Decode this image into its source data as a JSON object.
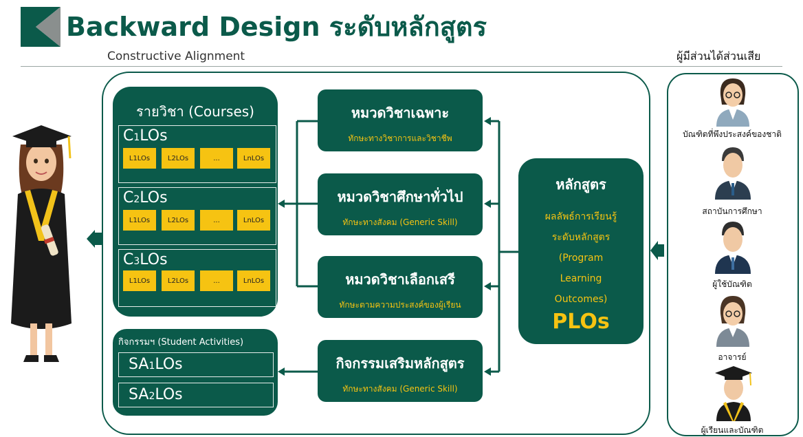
{
  "header": {
    "title": "Backward Design ระดับหลักสูตร",
    "subtitle": "Constructive Alignment",
    "stakeholders_title": "ผู้มีส่วนได้ส่วนเสีย"
  },
  "courses": {
    "title": "รายวิชา (Courses)",
    "groups": [
      {
        "label_main": "C",
        "label_sub": "1",
        "label_tail": "LOs",
        "cells": [
          "L1LOs",
          "L2LOs",
          "...",
          "LnLOs"
        ]
      },
      {
        "label_main": "C",
        "label_sub": "2",
        "label_tail": "LOs",
        "cells": [
          "L1LOs",
          "L2LOs",
          "...",
          "LnLOs"
        ]
      },
      {
        "label_main": "C",
        "label_sub": "3",
        "label_tail": "LOs",
        "cells": [
          "L1LOs",
          "L2LOs",
          "...",
          "LnLOs"
        ]
      }
    ]
  },
  "activities": {
    "title": "กิจกรรมฯ (Student Activities)",
    "items": [
      {
        "main": "SA",
        "sub": "1",
        "tail": "LOs"
      },
      {
        "main": "SA",
        "sub": "2",
        "tail": "LOs"
      }
    ]
  },
  "categories": [
    {
      "title": "หมวดวิชาเฉพาะ",
      "subtitle": "ทักษะทางวิชาการและวิชาชีพ"
    },
    {
      "title": "หมวดวิชาศึกษาทั่วไป",
      "subtitle": "ทักษะทางสังคม (Generic Skill)"
    },
    {
      "title": "หมวดวิชาเลือกเสรี",
      "subtitle": "ทักษะตามความประสงค์ของผู้เรียน"
    },
    {
      "title": "กิจกรรมเสริมหลักสูตร",
      "subtitle": "ทักษะทางสังคม (Generic Skill)"
    }
  ],
  "curriculum": {
    "title": "หลักสูตร",
    "lines": [
      "ผลลัพธ์การเรียนรู้",
      "ระดับหลักสูตร",
      "(Program",
      "Learning",
      "Outcomes)"
    ],
    "acronym": "PLOs"
  },
  "stakeholders": [
    {
      "label": "บัณฑิตที่พึงประสงค์ของชาติ",
      "icon": "businesswoman-icon"
    },
    {
      "label": "สถาบันการศึกษา",
      "icon": "businessman-icon"
    },
    {
      "label": "ผู้ใช้บัณฑิต",
      "icon": "employer-icon"
    },
    {
      "label": "อาจารย์",
      "icon": "teacher-icon"
    },
    {
      "label": "ผู้เรียนและบัณฑิต",
      "icon": "student-graduate-icon"
    }
  ],
  "colors": {
    "primary_green": "#0b5a4a",
    "accent_yellow": "#f6c312",
    "logo_gray": "#8a8f8e"
  }
}
